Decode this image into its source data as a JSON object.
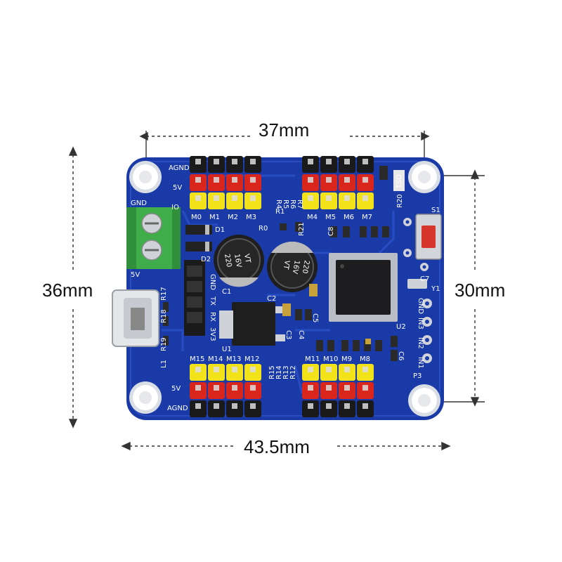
{
  "dimensions": {
    "top_width": "37mm",
    "left_height": "36mm",
    "right_height": "30mm",
    "bottom_width": "43.5mm"
  },
  "colors": {
    "pcb": "#1a3aa8",
    "pcb_dark": "#102a86",
    "terminal": "#3fae4a",
    "pin_black": "#1a1a1a",
    "pin_red": "#d8261c",
    "pin_yellow": "#f2e21a",
    "silkscreen": "#ffffff"
  },
  "silkscreen": {
    "left_rail_top": [
      "AGND",
      "5V",
      "IO"
    ],
    "left_rail_bottom": [
      "5V",
      "AGND"
    ],
    "terminal_labels": [
      "GND",
      "5V"
    ],
    "top_left_servos": [
      "M0",
      "M1",
      "M2",
      "M3"
    ],
    "top_right_servos": [
      "M4",
      "M5",
      "M6",
      "M7"
    ],
    "bottom_left_servos": [
      "M15",
      "M14",
      "M13",
      "M12"
    ],
    "bottom_right_servos": [
      "M11",
      "M10",
      "M9",
      "M8"
    ],
    "uart_header": [
      "GND",
      "TX",
      "RX",
      "3V3"
    ],
    "io_header": [
      "GND",
      "IN3",
      "IN2",
      "IN1"
    ],
    "cap_left": [
      "220",
      "16V",
      "VT"
    ],
    "cap_right": [
      "220",
      "16V",
      "VT"
    ],
    "refs": {
      "d1": "D1",
      "d2": "D2",
      "r0": "R0",
      "r1": "R1",
      "c1": "C1",
      "c2": "C2",
      "c3": "C3",
      "c4": "C4",
      "c5": "C5",
      "c6": "C6",
      "c7": "C7",
      "c8": "C8",
      "u1": "U1",
      "u2": "U2",
      "s1": "S1",
      "y1": "Y1",
      "p3": "P3",
      "l1": "L1",
      "ds1": "DS1",
      "r17": "R17",
      "r18": "R18",
      "r19": "R19",
      "r20": "R20",
      "r21": "R21",
      "r12": "R12",
      "r13": "R13",
      "r14": "R14",
      "r15": "R15",
      "r4": "R4",
      "r5": "R5",
      "r6": "R6",
      "r7": "R7"
    }
  }
}
